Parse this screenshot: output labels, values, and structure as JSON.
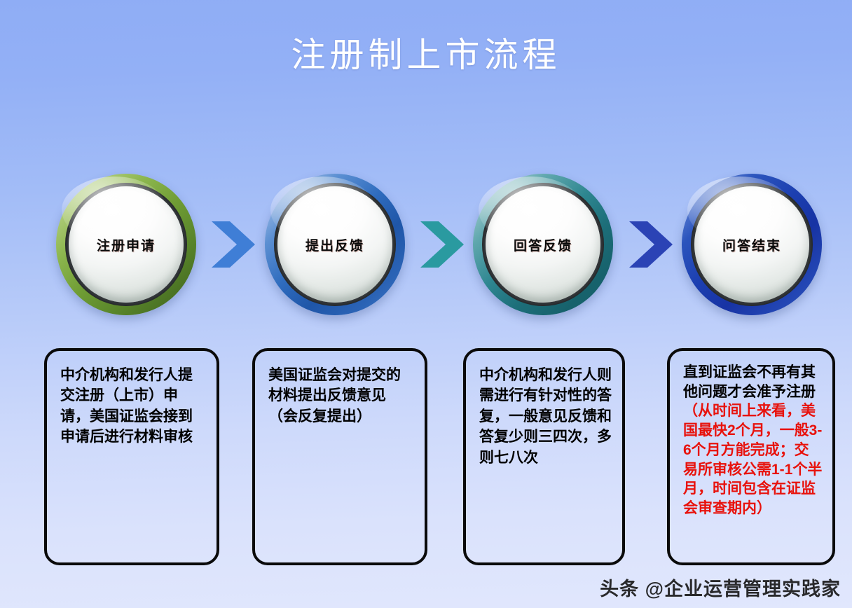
{
  "slide": {
    "title": "注册制上市流程",
    "background": {
      "top_color": "#8fadf5",
      "bottom_color": "#e1e7fd"
    }
  },
  "flow": {
    "nodes": [
      {
        "label": "注册申请",
        "ring_color": "#6f9c34",
        "accent": "green"
      },
      {
        "label": "提出反馈",
        "ring_color": "#2f6cbe",
        "accent": "blue"
      },
      {
        "label": "回答反馈",
        "ring_color": "#2e8690",
        "accent": "teal"
      },
      {
        "label": "问答结束",
        "ring_color": "#1c3fb0",
        "accent": "navy"
      }
    ],
    "arrows": [
      {
        "name": "chevron-arrow-1",
        "color": "#3f7ed6"
      },
      {
        "name": "chevron-arrow-2",
        "color": "#2a9aa0"
      },
      {
        "name": "chevron-arrow-3",
        "color": "#2b43b5"
      }
    ]
  },
  "descriptions": [
    {
      "text": "中介机构和发行人提交注册（上市）申请，美国证监会接到申请后进行材料审核"
    },
    {
      "text": "美国证监会对提交的材料提出反馈意见（会反复提出）"
    },
    {
      "text": "中介机构和发行人则需进行有针对性的答复，一般意见反馈和答复少则三四次，多则七八次"
    },
    {
      "black_text": "直到证监会不再有其他问题才会准予注册",
      "red_text": "（从时间上来看，美国最快2个月，一般3-6个月方能完成；交易所审核公需1-1个半月，时间包含在证监会审查期内）",
      "red_color": "#e8120c"
    }
  ],
  "watermark": {
    "text": "头条 @企业运营管理实践家"
  }
}
